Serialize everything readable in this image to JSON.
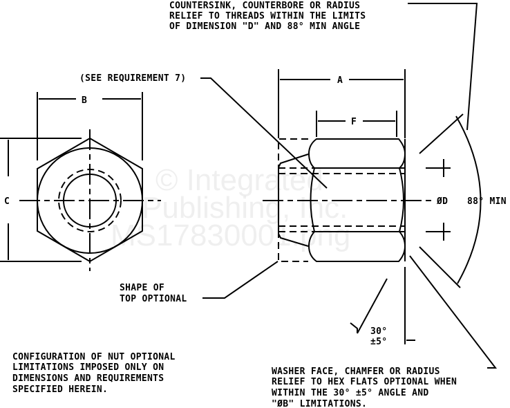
{
  "notes": {
    "countersink": [
      "COUNTERSINK, COUNTERBORE OR RADIUS",
      "RELIEF TO THREADS WITHIN THE LIMITS",
      "OF DIMENSION \"D\" AND 88° MIN ANGLE"
    ],
    "see_requirement": "(SEE REQUIREMENT 7)",
    "shape_of_top": [
      "SHAPE OF",
      "TOP OPTIONAL"
    ],
    "configuration": [
      "CONFIGURATION OF NUT OPTIONAL",
      "LIMITATIONS IMPOSED ONLY ON",
      "DIMENSIONS AND REQUIREMENTS",
      "SPECIFIED HEREIN."
    ],
    "washer_face": [
      "WASHER FACE, CHAMFER OR RADIUS",
      "RELIEF TO HEX FLATS OPTIONAL WHEN",
      "WITHIN THE 30° ±5° ANGLE AND",
      "\"ØB\" LIMITATIONS."
    ]
  },
  "dimensions": {
    "a": "A",
    "b": "B",
    "c": "C",
    "f": "F",
    "d": "ØD",
    "angle_88": "88° MIN",
    "angle_30": "30°",
    "tolerance_30": "±5°"
  },
  "watermark": [
    "© Integrated",
    "Publishing, Inc.",
    "MS17830001.png"
  ]
}
